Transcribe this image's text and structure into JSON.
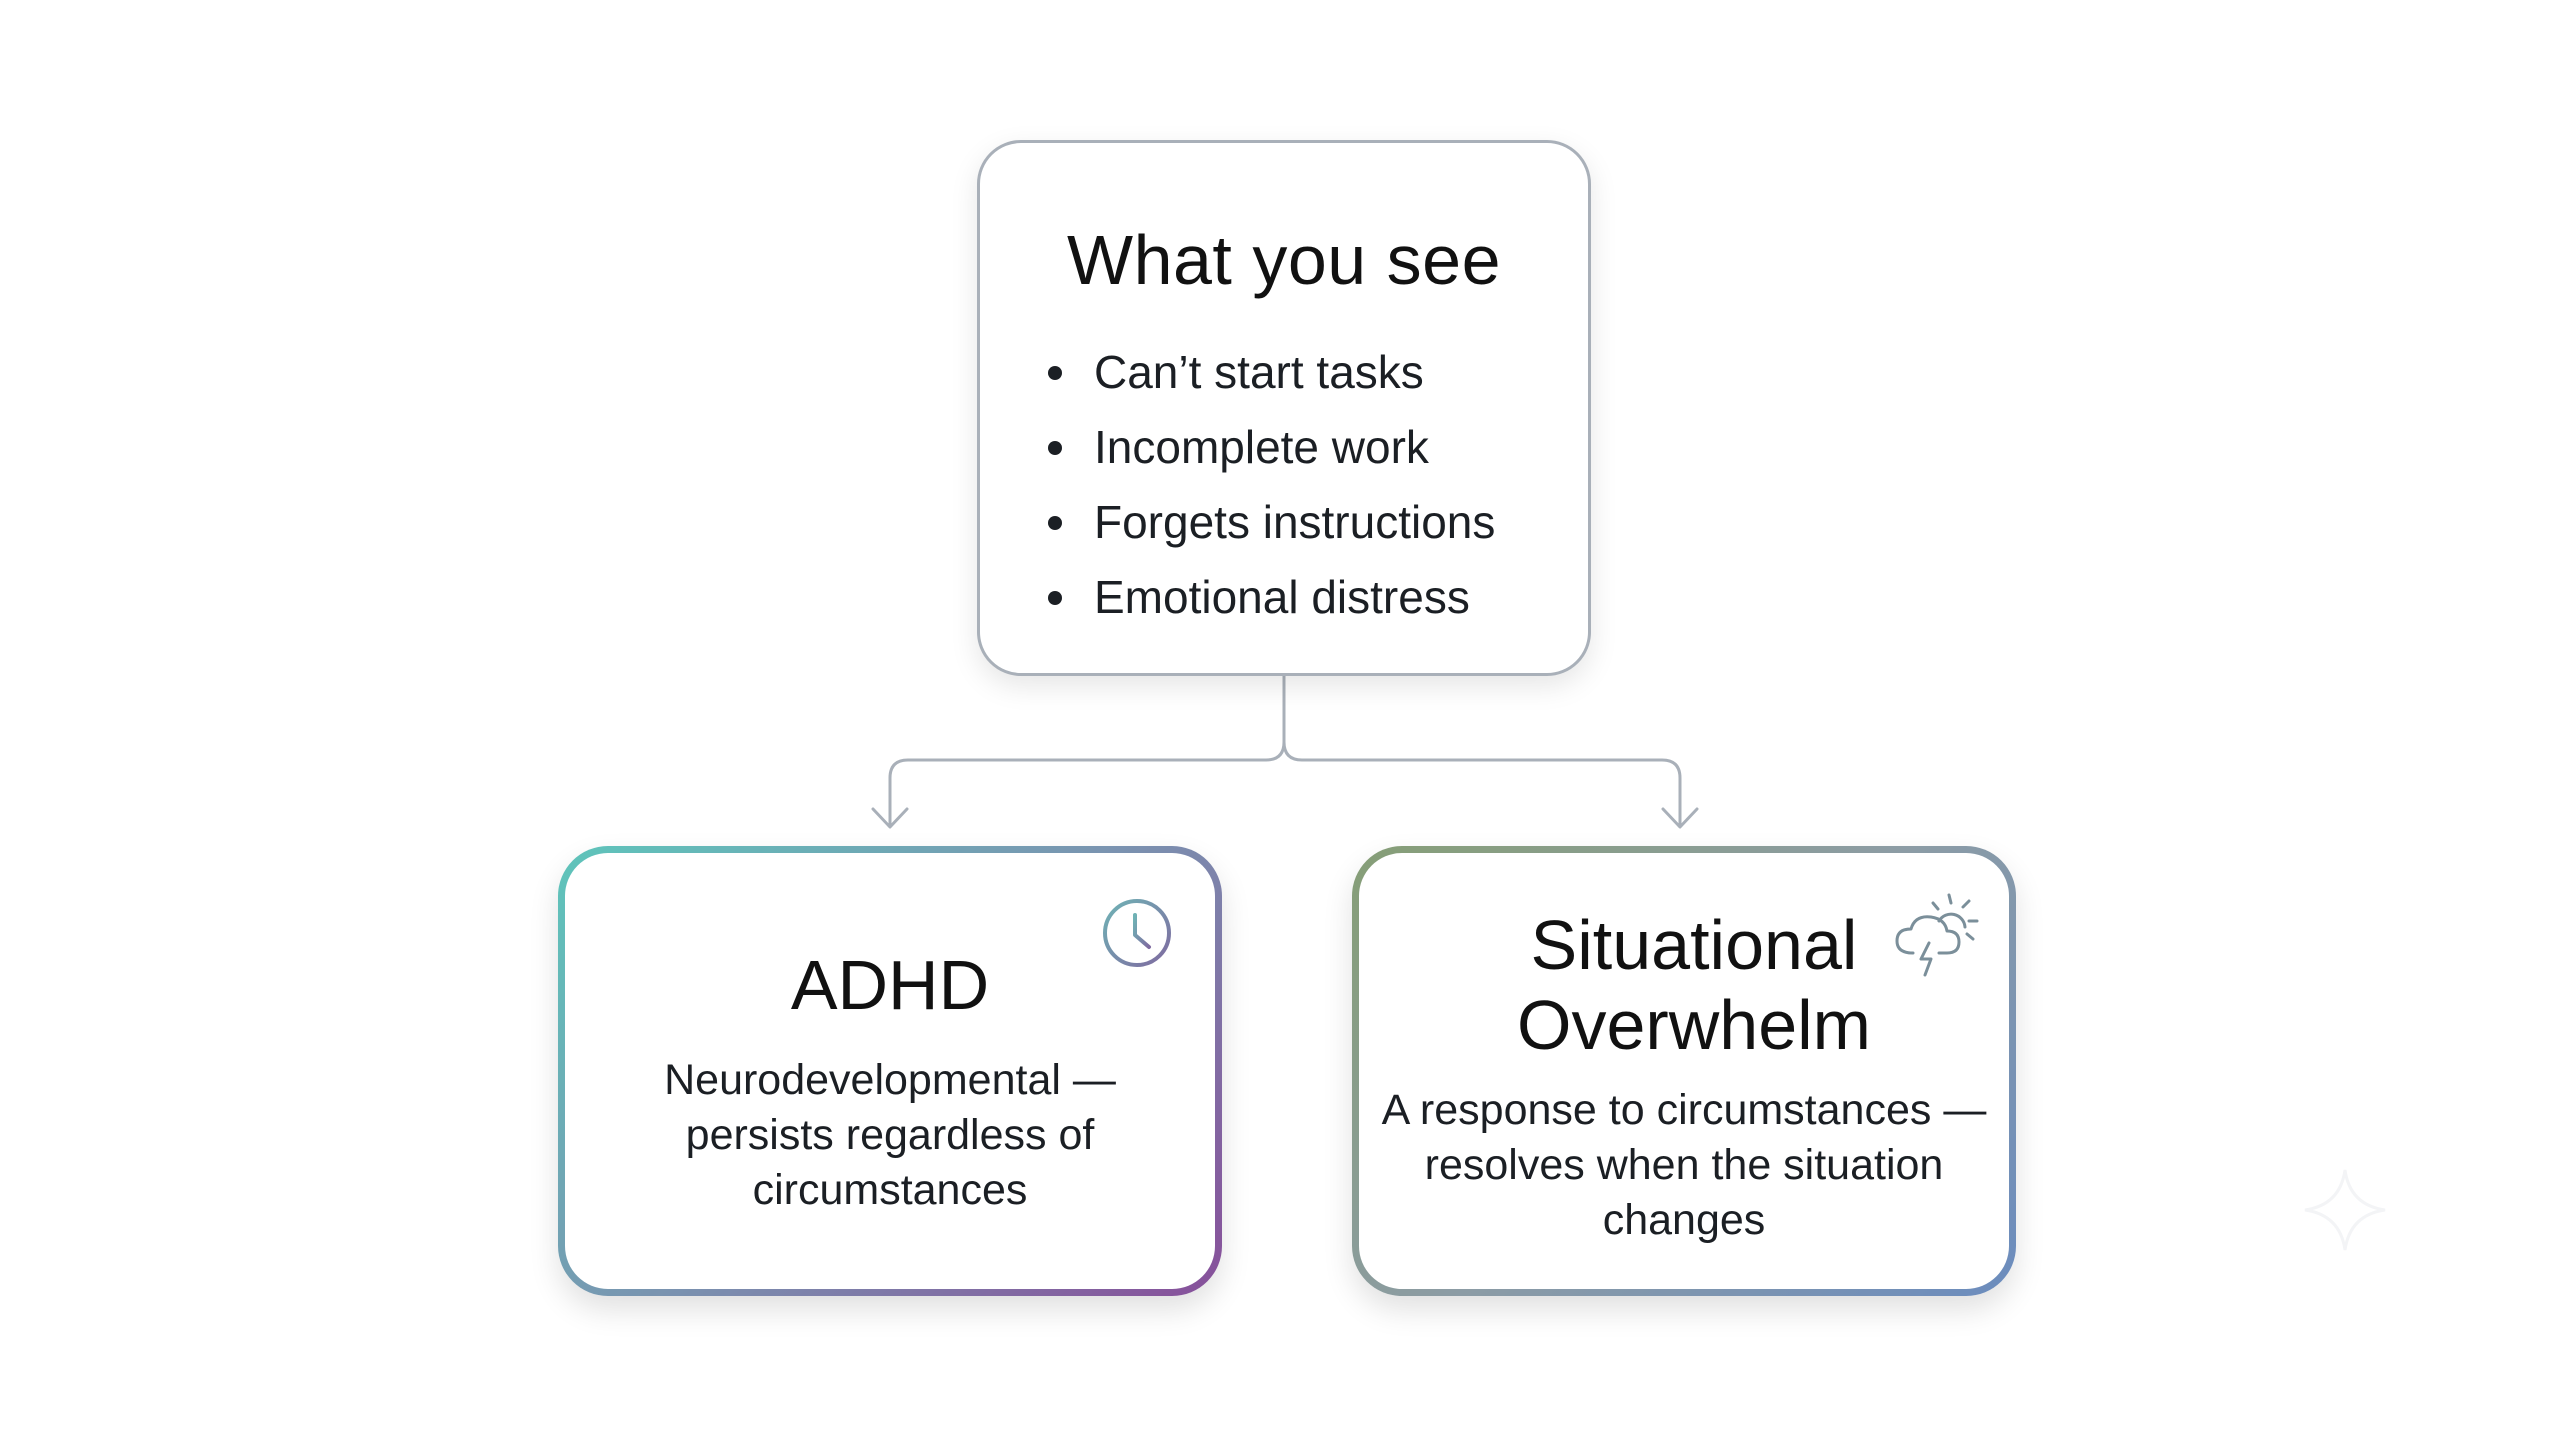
{
  "top": {
    "title": "What you see",
    "items": [
      "Can’t start tasks",
      "Incomplete work",
      "Forgets instructions",
      "Emotional distress"
    ]
  },
  "left_card": {
    "title": "ADHD",
    "description": "Neurodevelopmental — persists regardless of circumstances",
    "icon": "clock-icon"
  },
  "right_card": {
    "title_line1": "Situational",
    "title_line2": "Overwhelm",
    "description": "A response to circumstances — resolves when the situation changes",
    "icon": "storm-cloud-sun-icon"
  },
  "colors": {
    "connector": "#a9b0b9",
    "adhd_gradient": [
      "#5ec5bb",
      "#874f9a"
    ],
    "situational_gradient": [
      "#869e76",
      "#6b8cbe"
    ]
  }
}
